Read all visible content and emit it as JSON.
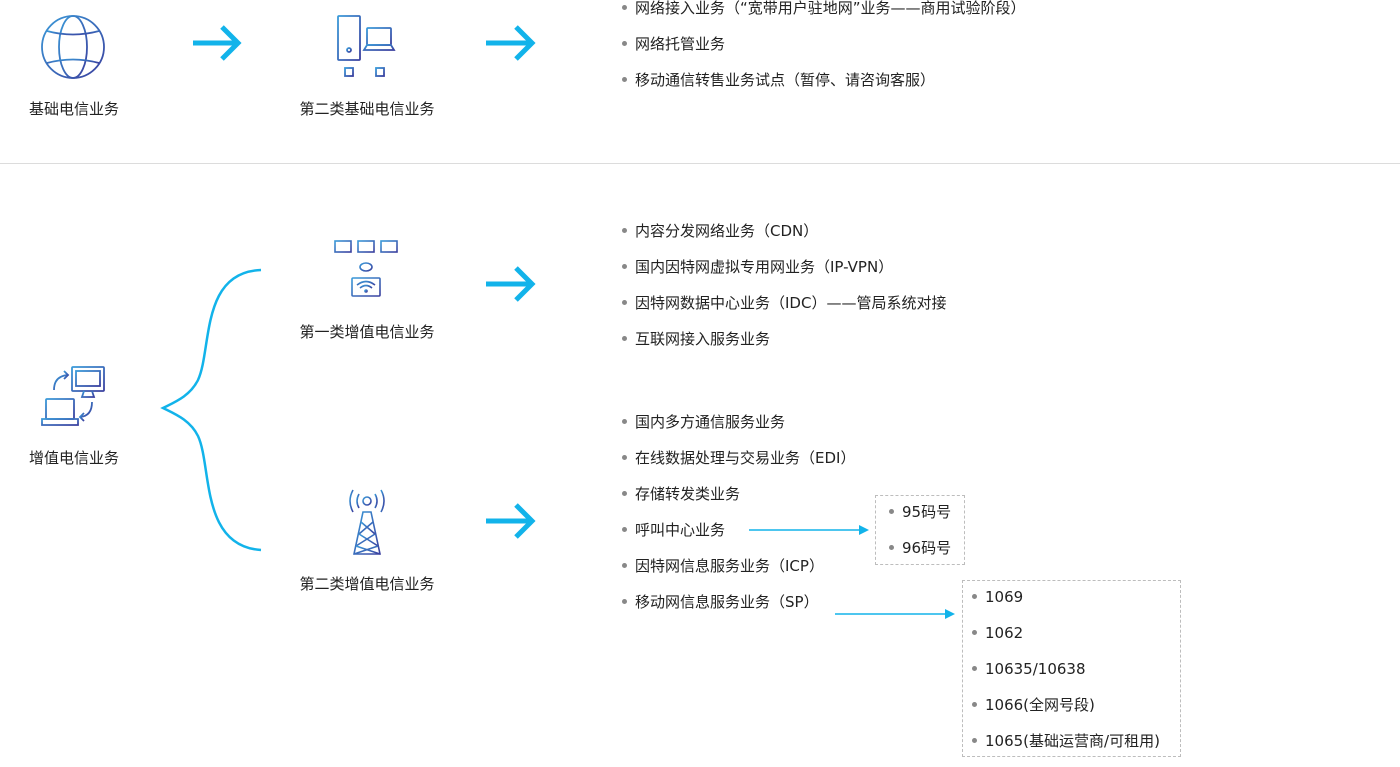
{
  "colors": {
    "accent": "#12b3ea",
    "icon_stroke": "#3a4fa0",
    "divider": "#dcdcdc"
  },
  "basic": {
    "title": "基础电信业务",
    "icon": "globe-icon",
    "second_class": {
      "title": "第二类基础电信业务",
      "icon": "server-network-icon",
      "items": [
        "网络接入业务（“宽带用户驻地网”业务——商用试验阶段）",
        "网络托管业务",
        "移动通信转售业务试点（暂停、请咨询客服）"
      ]
    }
  },
  "value_added": {
    "title": "增值电信业务",
    "icon": "computer-exchange-icon",
    "first_class": {
      "title": "第一类增值电信业务",
      "icon": "network-topology-icon",
      "items": [
        "内容分发网络业务（CDN）",
        "国内因特网虚拟专用网业务（IP-VPN）",
        "因特网数据中心业务（IDC）——管局系统对接",
        "互联网接入服务业务"
      ]
    },
    "second_class": {
      "title": "第二类增值电信业务",
      "icon": "signal-tower-icon",
      "items": [
        "国内多方通信服务业务",
        "在线数据处理与交易业务（EDI）",
        "存储转发类业务",
        "呼叫中心业务",
        "因特网信息服务业务（ICP）",
        "移动网信息服务业务（SP）"
      ],
      "call_center_numbers": [
        "95码号",
        "96码号"
      ],
      "sp_numbers": [
        "1069",
        "1062",
        "10635/10638",
        "1066(全网号段)",
        "1065(基础运营商/可租用)"
      ]
    }
  }
}
